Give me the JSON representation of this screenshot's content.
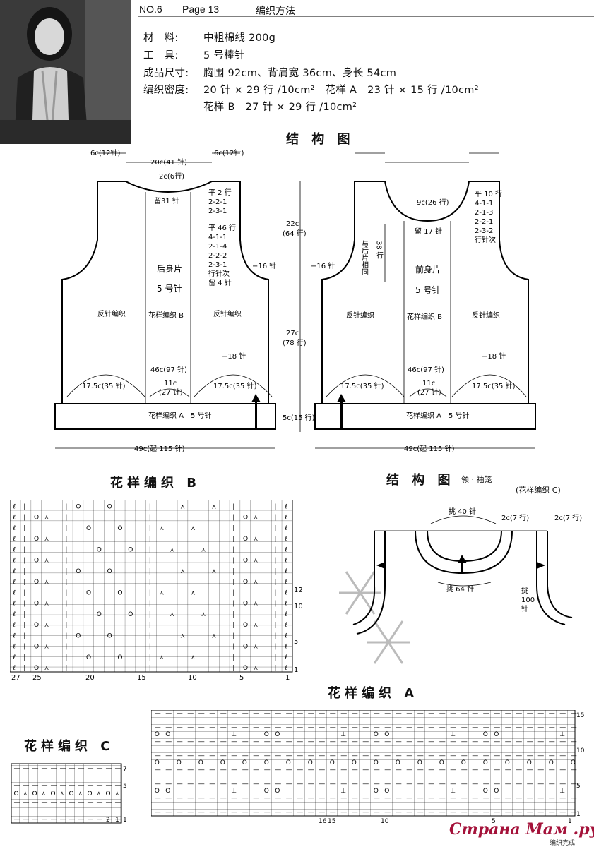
{
  "header": {
    "no": "NO.6",
    "page": "Page 13",
    "title": "编织方法"
  },
  "specs": {
    "material_label": "材　料:",
    "material_value": "中粗棉线 200g",
    "tool_label": "工　具:",
    "tool_value": "5 号棒针",
    "size_label": "成品尺寸:",
    "size_value": "胸围 92cm、背肩宽 36cm、身长 54cm",
    "gauge_label": "编织密度:",
    "gauge_value1": "20 针 × 29 行 /10cm²　花样 A　23 针 × 15 行 /10cm²",
    "gauge_value2": "花样 B　27 针 × 29 行 /10cm²"
  },
  "structure": {
    "title": "结 构 图",
    "top_left": "6c(12针)",
    "top_mid": "20c(41 针)",
    "top_right": "6c(12针)",
    "back_neck_depth": "2c(6行)",
    "back_neck_left": "留31 针",
    "back_shaping_1": [
      "平 2 行",
      "2-2-1",
      "2-3-1"
    ],
    "back_shaping_2": [
      "平 46 行",
      "4-1-1",
      "2-1-4",
      "2-2-2",
      "2-3-1",
      "行针次",
      "留 4 针"
    ],
    "armhole_left": "−16 针",
    "armhole_right": "−16 针",
    "back_name": "后身片",
    "needle": "5 号针",
    "reverse": "反针编织",
    "pattern_b": "花样编织 B",
    "dec": "−18 针",
    "mid_width": "46c(97 针)",
    "side_width": "17.5c(35 针)",
    "center_width": "11c",
    "center_sts": "(27 针)",
    "rib": "花样编织 A　5 号针",
    "armhole_h": "22c",
    "armhole_rows": "(64 行)",
    "body_h": "27c",
    "body_rows": "(78 行)",
    "rib_h": "5c(15 行)",
    "bottom": "49c(起 115 针)",
    "front_neck_depth": "9c(26 行)",
    "front_neck_center": "留 17 针",
    "front_shaping": [
      "平 10 行",
      "4-1-1",
      "2-1-3",
      "2-2-1",
      "2-3-2",
      "行针次"
    ],
    "same_as_back": "与后片相同",
    "rows_38": "38 行",
    "front_name": "前身片"
  },
  "chart_b": {
    "title": "花样编织 B",
    "col_nums": [
      "27",
      "25",
      "20",
      "15",
      "10",
      "5",
      "1"
    ],
    "row_nums": [
      "12",
      "10",
      "5",
      "1"
    ]
  },
  "neck": {
    "title": "结 构 图",
    "subtitle": "领 · 袖笼",
    "pattern": "(花样编织 C)",
    "pick40": "挑 40 针",
    "pick64": "挑 64 针",
    "pick100_1": "挑",
    "pick100_2": "100",
    "pick100_3": "针",
    "h1": "2c(7 行)",
    "h2": "2c(7 行)"
  },
  "chart_a": {
    "title": "花样编织 A",
    "col_nums": [
      "16",
      "15",
      "10",
      "5",
      "1"
    ],
    "row_nums": [
      "15",
      "10",
      "5",
      "1"
    ]
  },
  "chart_c": {
    "title": "花样编织 C",
    "row_nums": [
      "7",
      "5",
      "1"
    ],
    "col_nums": [
      "2",
      "1"
    ]
  },
  "watermark": "Страна Мам .ру",
  "footer": "编织完成"
}
